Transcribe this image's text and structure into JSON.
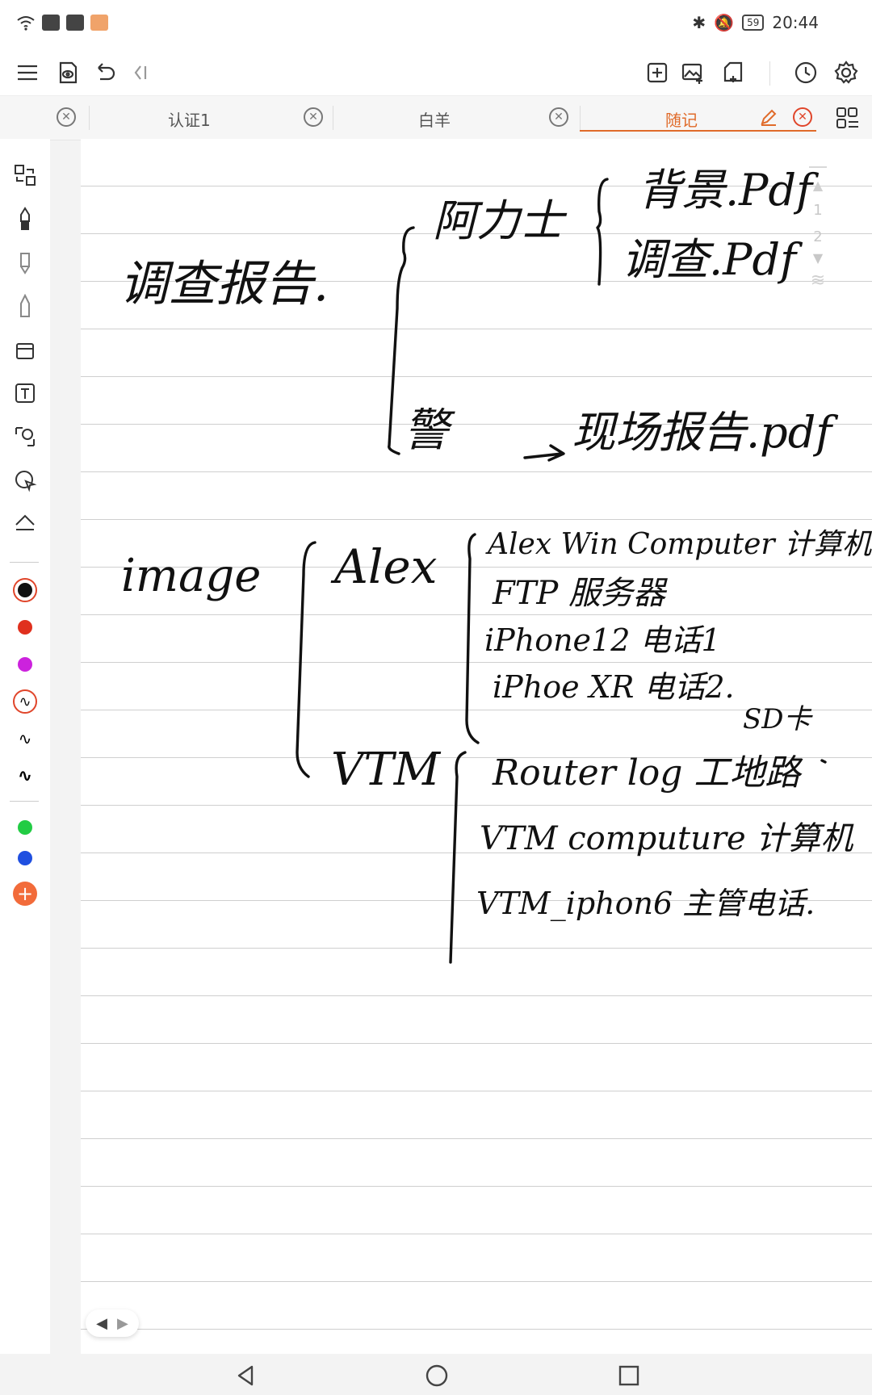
{
  "status_bar": {
    "time": "20:44",
    "battery": "59",
    "icons": [
      "wifi-icon",
      "mail-icon",
      "mail-icon",
      "chat-icon",
      "bluetooth-icon",
      "mute-icon"
    ]
  },
  "toolbar": {
    "icons": [
      "menu-icon",
      "read-mode-icon",
      "undo-icon",
      "collapse-icon",
      "add-page-icon",
      "insert-image-icon",
      "add-note-icon",
      "history-icon",
      "settings-icon"
    ]
  },
  "tabs": [
    {
      "label": "认证1",
      "active": false
    },
    {
      "label": "白羊",
      "active": false
    },
    {
      "label": "随记",
      "active": true
    }
  ],
  "page_control": {
    "pages": [
      "1",
      "2"
    ]
  },
  "left_tools": {
    "colors": [
      "#111111",
      "#e0301e",
      "#cc22dd",
      "#22cc44",
      "#1f4fe0"
    ],
    "add_color": "+"
  },
  "notes": {
    "line1_title": "调查报告.",
    "line1_sub1": "阿力士",
    "line1_file1": "背景.Pdf",
    "line1_file2": "调查.Pdf",
    "line2_sub": "警",
    "line2_file": "现场报告.pdf",
    "image_word": "image",
    "alex_word": "Alex",
    "alex_items": [
      "Alex Win Computer 计算机",
      "FTP 服务器",
      "iPhone12 电话1",
      "iPhoe XR 电话2."
    ],
    "alex_note": "SD卡",
    "vtm_word": "VTM",
    "vtm_items": [
      "Router log 工地路",
      "VTM computure 计算机",
      "VTM_iphon6 主管电话."
    ]
  }
}
